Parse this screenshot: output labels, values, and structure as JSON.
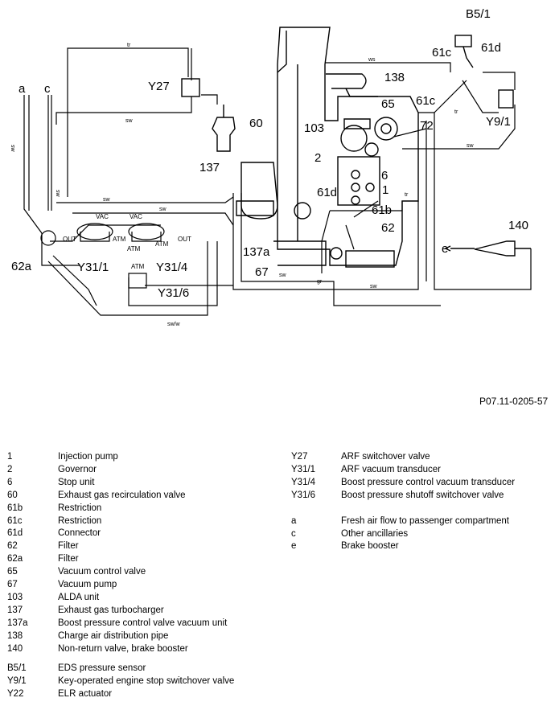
{
  "diagram": {
    "component_labels": [
      "B5/1",
      "61c",
      "61d",
      "138",
      "Y27",
      "a",
      "c",
      "60",
      "65",
      "61c",
      "103",
      "72",
      "Y9/1",
      "2",
      "6",
      "137",
      "1",
      "61d",
      "61b",
      "62",
      "140",
      "e",
      "62a",
      "Y31/1",
      "Y31/4",
      "Y31/6",
      "137a",
      "67"
    ],
    "line_color_labels": [
      "tr",
      "ws",
      "sw",
      "sw",
      "tr",
      "sw",
      "sw",
      "sw",
      "sw",
      "tr",
      "sw",
      "gr",
      "sw",
      "sw/w"
    ],
    "port_labels": [
      "VAC",
      "VAC",
      "OUT",
      "ATM",
      "ATM",
      "OUT",
      "ATM",
      "ATM"
    ]
  },
  "reference": "P07.11-0205-57",
  "legend_left": [
    {
      "code": "1",
      "desc": "Injection pump"
    },
    {
      "code": "2",
      "desc": "Governor"
    },
    {
      "code": "6",
      "desc": "Stop unit"
    },
    {
      "code": "60",
      "desc": "Exhaust gas recirculation valve"
    },
    {
      "code": "61b",
      "desc": "Restriction"
    },
    {
      "code": "61c",
      "desc": "Restriction"
    },
    {
      "code": "61d",
      "desc": "Connector"
    },
    {
      "code": "62",
      "desc": "Filter"
    },
    {
      "code": "62a",
      "desc": "Filter"
    },
    {
      "code": "65",
      "desc": "Vacuum control valve"
    },
    {
      "code": "67",
      "desc": "Vacuum pump"
    },
    {
      "code": "103",
      "desc": "ALDA unit"
    },
    {
      "code": "137",
      "desc": "Exhaust gas turbocharger"
    },
    {
      "code": "137a",
      "desc": "Boost pressure control valve vacuum unit"
    },
    {
      "code": "138",
      "desc": "Charge air distribution pipe"
    },
    {
      "code": "140",
      "desc": "Non-return valve, brake booster"
    }
  ],
  "legend_left2": [
    {
      "code": "B5/1",
      "desc": "EDS pressure sensor"
    },
    {
      "code": "Y9/1",
      "desc": "Key-operated engine stop switchover valve"
    },
    {
      "code": "Y22",
      "desc": "ELR actuator"
    }
  ],
  "legend_right": [
    {
      "code": "Y27",
      "desc": "ARF switchover valve"
    },
    {
      "code": "Y31/1",
      "desc": "ARF vacuum transducer"
    },
    {
      "code": "Y31/4",
      "desc": "Boost pressure control vacuum transducer"
    },
    {
      "code": "Y31/6",
      "desc": "Boost pressure shutoff switchover valve"
    }
  ],
  "legend_right2": [
    {
      "code": "a",
      "desc": "Fresh air flow to passenger compartment"
    },
    {
      "code": "c",
      "desc": "Other ancillaries"
    },
    {
      "code": "e",
      "desc": "Brake booster"
    }
  ]
}
